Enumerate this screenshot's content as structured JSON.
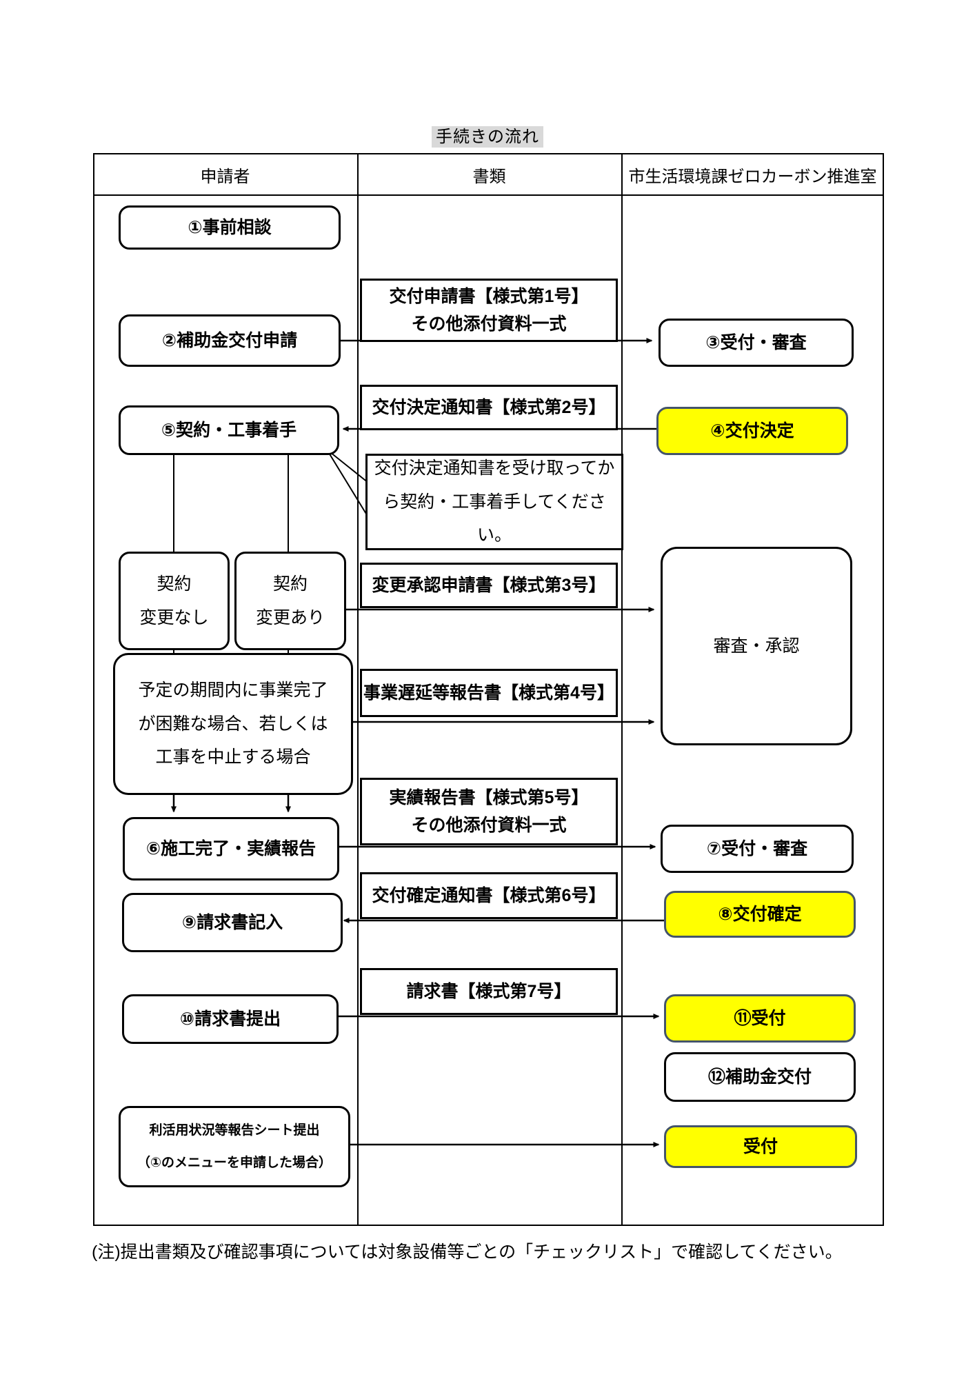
{
  "title": "手続きの流れ",
  "note": "(注)提出書類及び確認事項については対象設備等ごとの「チェックリスト」で確認してください。",
  "columns": {
    "applicant": "申請者",
    "documents": "書類",
    "office": "市生活環境課ゼロカーボン推進室"
  },
  "colors": {
    "highlight_yellow": "#ffff00",
    "yellow_box_border": "#44546a",
    "title_highlight": "#d9d9d9"
  },
  "steps": {
    "s1": "①事前相談",
    "s2": "②補助金交付申請",
    "s3": "③受付・審査",
    "s4": "④交付決定",
    "s5": "⑤契約・工事着手",
    "s6": "⑥施工完了・実績報告",
    "s7": "⑦受付・審査",
    "s8": "⑧交付確定",
    "s9": "⑨請求書記入",
    "s10": "⑩請求書提出",
    "s11": "⑪受付",
    "s12": "⑫補助金交付",
    "reception": "受付",
    "review": "審査・承認"
  },
  "branches": {
    "no_change": {
      "line1": "契約",
      "line2": "変更なし"
    },
    "with_change": {
      "line1": "契約",
      "line2": "変更あり"
    }
  },
  "condition": {
    "line1": "予定の期間内に事業完了",
    "line2": "が困難な場合、若しくは",
    "line3": "工事を中止する場合"
  },
  "callout": {
    "line1": "交付決定通知書を受け取ってか",
    "line2": "ら契約・工事着手してください。"
  },
  "report_sheet": {
    "line1": "利活用状況等報告シート提出",
    "line2": "（①のメニューを申請した場合）"
  },
  "documents": {
    "doc1": {
      "line1": "交付申請書【様式第1号】",
      "line2": "その他添付資料一式"
    },
    "doc2": "交付決定通知書【様式第2号】",
    "doc3": "変更承認申請書【様式第3号】",
    "doc4": "事業遅延等報告書【様式第4号】",
    "doc5": {
      "line1": "実績報告書【様式第5号】",
      "line2": "その他添付資料一式"
    },
    "doc6": "交付確定通知書【様式第6号】",
    "doc7": "請求書【様式第7号】"
  }
}
